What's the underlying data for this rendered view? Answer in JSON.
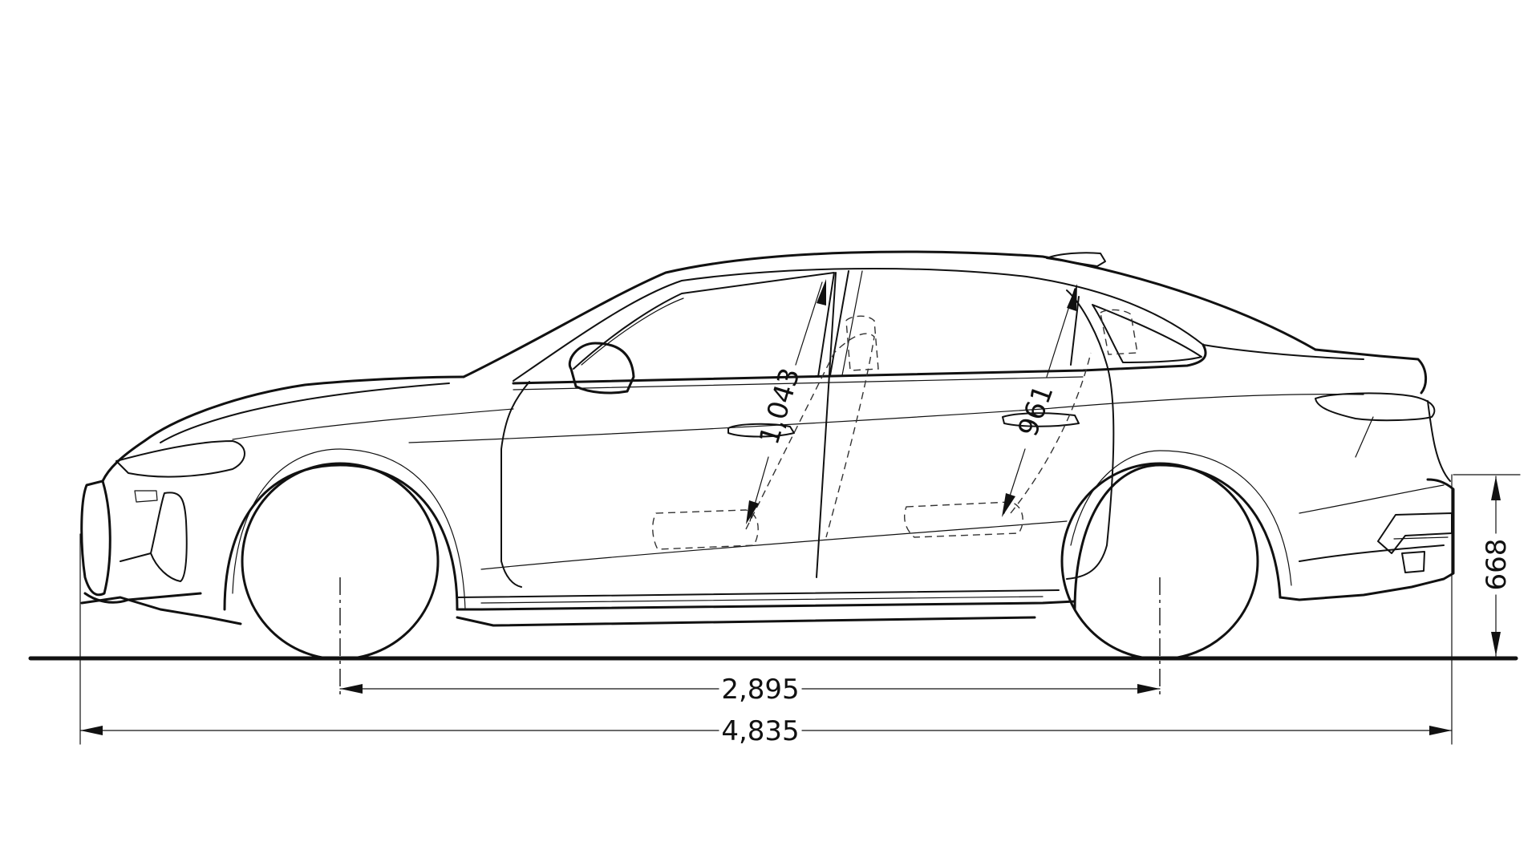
{
  "diagram": {
    "type": "vehicle-side-elevation-dimensions",
    "units": "mm",
    "dimensions": {
      "wheelbase": {
        "label": "2,895",
        "value": 2895
      },
      "overall_length": {
        "label": "4,835",
        "value": 4835
      },
      "rear_overhang_height": {
        "label": "668",
        "value": 668
      },
      "front_headroom": {
        "label": "1,043",
        "value": 1043
      },
      "rear_headroom": {
        "label": "961",
        "value": 961
      }
    },
    "colors": {
      "line": "#111111",
      "background": "#ffffff"
    }
  }
}
